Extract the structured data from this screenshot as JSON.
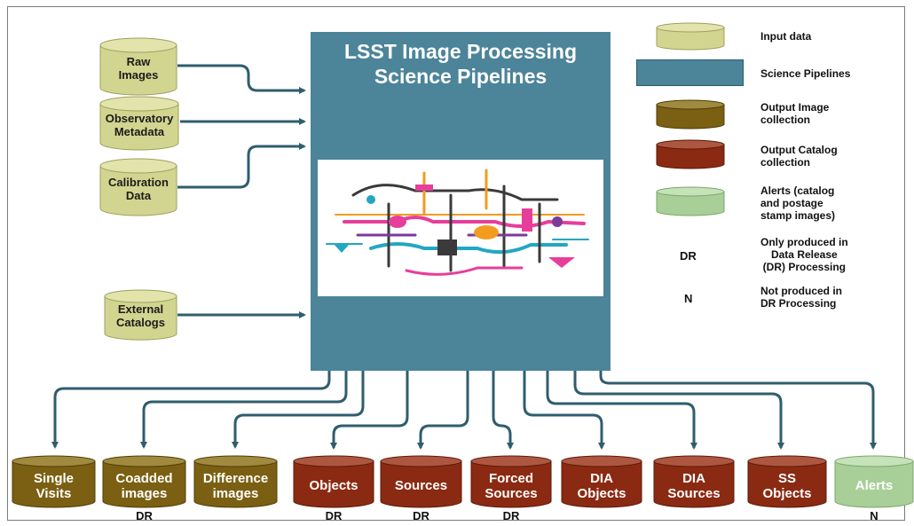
{
  "pipeline": {
    "title_line1": "LSST Image Processing",
    "title_line2": "Science Pipelines"
  },
  "inputs": [
    {
      "key": "raw",
      "line1": "Raw",
      "line2": "Images"
    },
    {
      "key": "observatory",
      "line1": "Observatory",
      "line2": "Metadata"
    },
    {
      "key": "calibration",
      "line1": "Calibration",
      "line2": "Data"
    },
    {
      "key": "external",
      "line1": "External",
      "line2": "Catalogs"
    }
  ],
  "outputs": [
    {
      "key": "single-visits",
      "line1": "Single",
      "line2": "Visits",
      "note": ""
    },
    {
      "key": "coadded-images",
      "line1": "Coadded",
      "line2": "images",
      "note": "DR"
    },
    {
      "key": "difference-images",
      "line1": "Difference",
      "line2": "images",
      "note": ""
    },
    {
      "key": "objects",
      "line1": "Objects",
      "line2": "",
      "note": "DR"
    },
    {
      "key": "sources",
      "line1": "Sources",
      "line2": "",
      "note": "DR"
    },
    {
      "key": "forced-sources",
      "line1": "Forced",
      "line2": "Sources",
      "note": "DR"
    },
    {
      "key": "dia-objects",
      "line1": "DIA",
      "line2": "Objects",
      "note": ""
    },
    {
      "key": "dia-sources",
      "line1": "DIA",
      "line2": "Sources",
      "note": ""
    },
    {
      "key": "ss-objects",
      "line1": "SS",
      "line2": "Objects",
      "note": ""
    },
    {
      "key": "alerts",
      "line1": "Alerts",
      "line2": "",
      "note": "N"
    }
  ],
  "legend": {
    "input": "Input data",
    "pipelines": "Science Pipelines",
    "output_image_1": "Output Image",
    "output_image_2": "collection",
    "output_catalog_1": "Output Catalog",
    "output_catalog_2": "collection",
    "alerts_1": "Alerts (catalog",
    "alerts_2": "and postage",
    "alerts_3": "stamp images)",
    "dr_key": "DR",
    "dr_1": "Only produced in",
    "dr_2": "Data Release",
    "dr_3": "(DR) Processing",
    "n_key": "N",
    "n_1": "Not produced in",
    "n_2": "DR Processing"
  },
  "colors": {
    "input": "#d2d58f",
    "input_top": "#e2e4ac",
    "output_image": "#7b5f12",
    "output_image_top": "#a08a3f",
    "output_catalog": "#8b2a12",
    "output_catalog_top": "#ad5741",
    "alert": "#a8cf98",
    "alert_top": "#c6e2b9",
    "pipeline": "#4c8499",
    "arrow": "#2f5d6e"
  },
  "icons": {
    "pipeline_art": "plumbing-pipes-illustration"
  }
}
